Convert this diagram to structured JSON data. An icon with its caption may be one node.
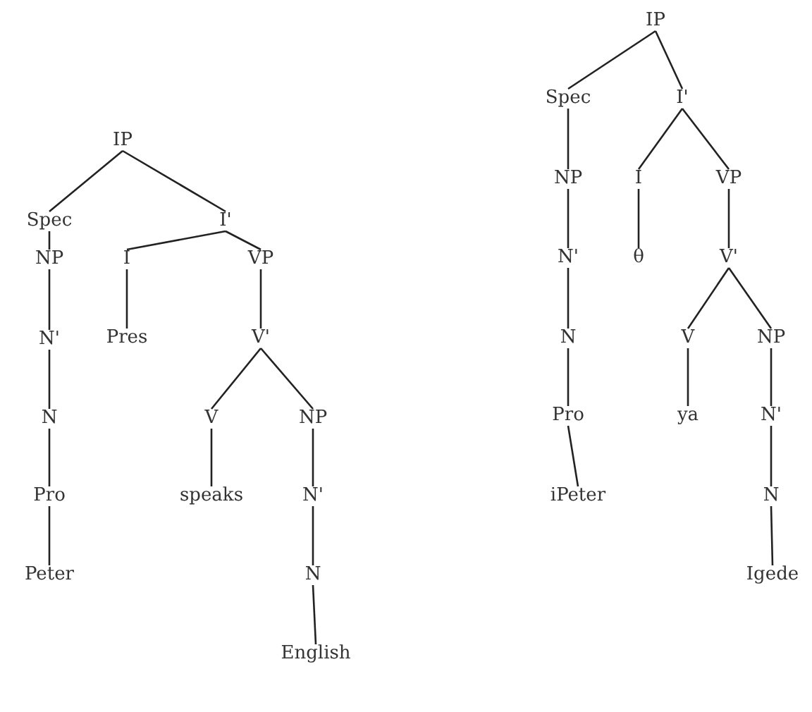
{
  "diagram": {
    "nodes": [
      {
        "text": [
          "IP"
        ]
      },
      {
        "text": [
          "Spec"
        ]
      },
      {
        "text": [
          "I'"
        ]
      },
      {
        "text": [
          "NP"
        ]
      },
      {
        "text": [
          "I"
        ]
      },
      {
        "text": [
          "VP"
        ]
      },
      {
        "text": [
          "N'"
        ]
      },
      {
        "text": [
          "Pres"
        ]
      },
      {
        "text": [
          "V'"
        ]
      },
      {
        "text": [
          "N"
        ]
      },
      {
        "text": [
          "V"
        ]
      },
      {
        "text": [
          "NP"
        ]
      },
      {
        "text": [
          "Pro"
        ]
      },
      {
        "text": [
          "speaks"
        ]
      },
      {
        "text": [
          "N'"
        ]
      },
      {
        "text": [
          "Peter"
        ]
      },
      {
        "text": [
          "N"
        ]
      },
      {
        "text": [
          "English"
        ]
      },
      {
        "text": [
          "IP"
        ]
      },
      {
        "text": [
          "Spec"
        ]
      },
      {
        "text": [
          "I'"
        ]
      },
      {
        "text": [
          "NP"
        ]
      },
      {
        "text": [
          "I"
        ]
      },
      {
        "text": [
          "VP"
        ]
      },
      {
        "text": [
          "N'"
        ]
      },
      {
        "text": [
          "θ"
        ]
      },
      {
        "text": [
          "V'"
        ]
      },
      {
        "text": [
          "N"
        ]
      },
      {
        "text": [
          "V"
        ]
      },
      {
        "text": [
          "NP"
        ]
      },
      {
        "text": [
          "Pro"
        ]
      },
      {
        "text": [
          "ya"
        ]
      },
      {
        "text": [
          "N'"
        ]
      },
      {
        "text": [
          "iPeter"
        ]
      },
      {
        "text": [
          "N"
        ]
      },
      {
        "text": [
          "Igede"
        ]
      }
    ],
    "edges": [
      {
        "from": 0,
        "to": 1,
        "arrow": "none"
      },
      {
        "from": 0,
        "to": 2,
        "arrow": "none"
      },
      {
        "from": 1,
        "to": 3,
        "arrow": "none"
      },
      {
        "from": 2,
        "to": 4,
        "arrow": "none"
      },
      {
        "from": 2,
        "to": 5,
        "arrow": "none"
      },
      {
        "from": 3,
        "to": 6,
        "arrow": "none"
      },
      {
        "from": 4,
        "to": 7,
        "arrow": "none"
      },
      {
        "from": 5,
        "to": 8,
        "arrow": "none"
      },
      {
        "from": 6,
        "to": 9,
        "arrow": "none"
      },
      {
        "from": 8,
        "to": 10,
        "arrow": "none"
      },
      {
        "from": 8,
        "to": 11,
        "arrow": "none"
      },
      {
        "from": 9,
        "to": 12,
        "arrow": "none"
      },
      {
        "from": 10,
        "to": 13,
        "arrow": "none"
      },
      {
        "from": 11,
        "to": 14,
        "arrow": "none"
      },
      {
        "from": 12,
        "to": 15,
        "arrow": "none"
      },
      {
        "from": 14,
        "to": 16,
        "arrow": "none"
      },
      {
        "from": 16,
        "to": 17,
        "arrow": "none"
      },
      {
        "from": 18,
        "to": 19,
        "arrow": "none"
      },
      {
        "from": 18,
        "to": 20,
        "arrow": "none"
      },
      {
        "from": 19,
        "to": 21,
        "arrow": "none"
      },
      {
        "from": 20,
        "to": 22,
        "arrow": "none"
      },
      {
        "from": 20,
        "to": 23,
        "arrow": "none"
      },
      {
        "from": 21,
        "to": 24,
        "arrow": "none"
      },
      {
        "from": 22,
        "to": 25,
        "arrow": "none"
      },
      {
        "from": 23,
        "to": 26,
        "arrow": "none"
      },
      {
        "from": 24,
        "to": 27,
        "arrow": "none"
      },
      {
        "from": 26,
        "to": 28,
        "arrow": "none"
      },
      {
        "from": 26,
        "to": 29,
        "arrow": "none"
      },
      {
        "from": 27,
        "to": 30,
        "arrow": "none"
      },
      {
        "from": 28,
        "to": 31,
        "arrow": "none"
      },
      {
        "from": 29,
        "to": 32,
        "arrow": "none"
      },
      {
        "from": 30,
        "to": 33,
        "arrow": "none"
      },
      {
        "from": 32,
        "to": 34,
        "arrow": "none"
      },
      {
        "from": 34,
        "to": 35,
        "arrow": "none"
      }
    ]
  }
}
